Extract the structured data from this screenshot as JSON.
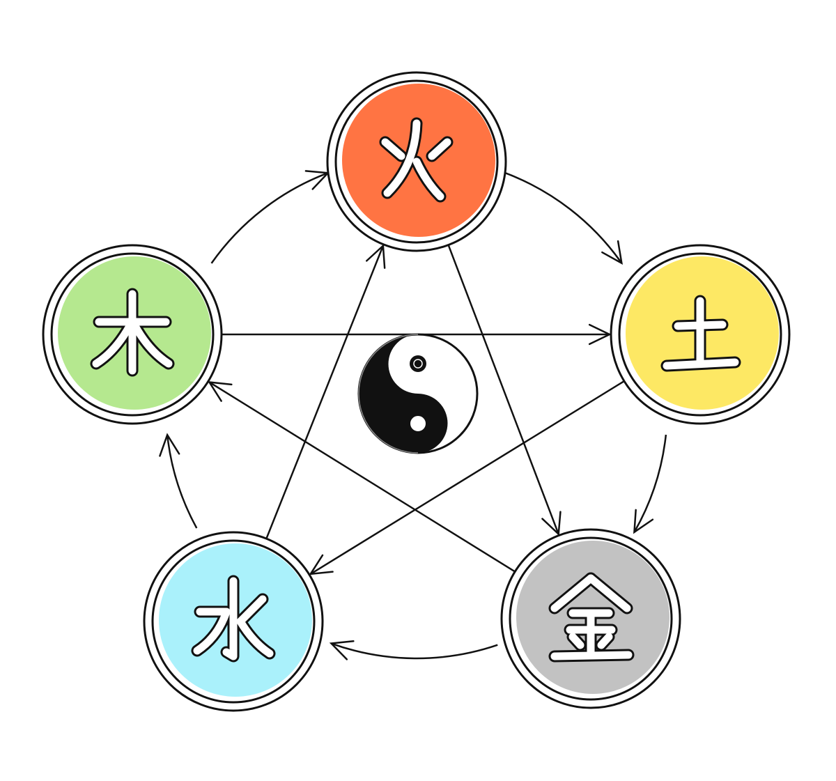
{
  "elements": [
    {
      "id": "fire",
      "char": "火",
      "color": "#ff7443"
    },
    {
      "id": "earth",
      "char": "土",
      "color": "#fde864"
    },
    {
      "id": "metal",
      "char": "金",
      "color": "#c2c2c2"
    },
    {
      "id": "water",
      "char": "水",
      "color": "#aaf1fb"
    },
    {
      "id": "wood",
      "char": "木",
      "color": "#b5e88f"
    }
  ],
  "generating_cycle": [
    [
      "wood",
      "fire"
    ],
    [
      "fire",
      "earth"
    ],
    [
      "earth",
      "metal"
    ],
    [
      "metal",
      "water"
    ],
    [
      "water",
      "wood"
    ]
  ],
  "overcoming_cycle": [
    [
      "fire",
      "metal"
    ],
    [
      "metal",
      "wood"
    ],
    [
      "wood",
      "earth"
    ],
    [
      "earth",
      "water"
    ],
    [
      "water",
      "fire"
    ]
  ],
  "center_symbol": "yin-yang-icon"
}
